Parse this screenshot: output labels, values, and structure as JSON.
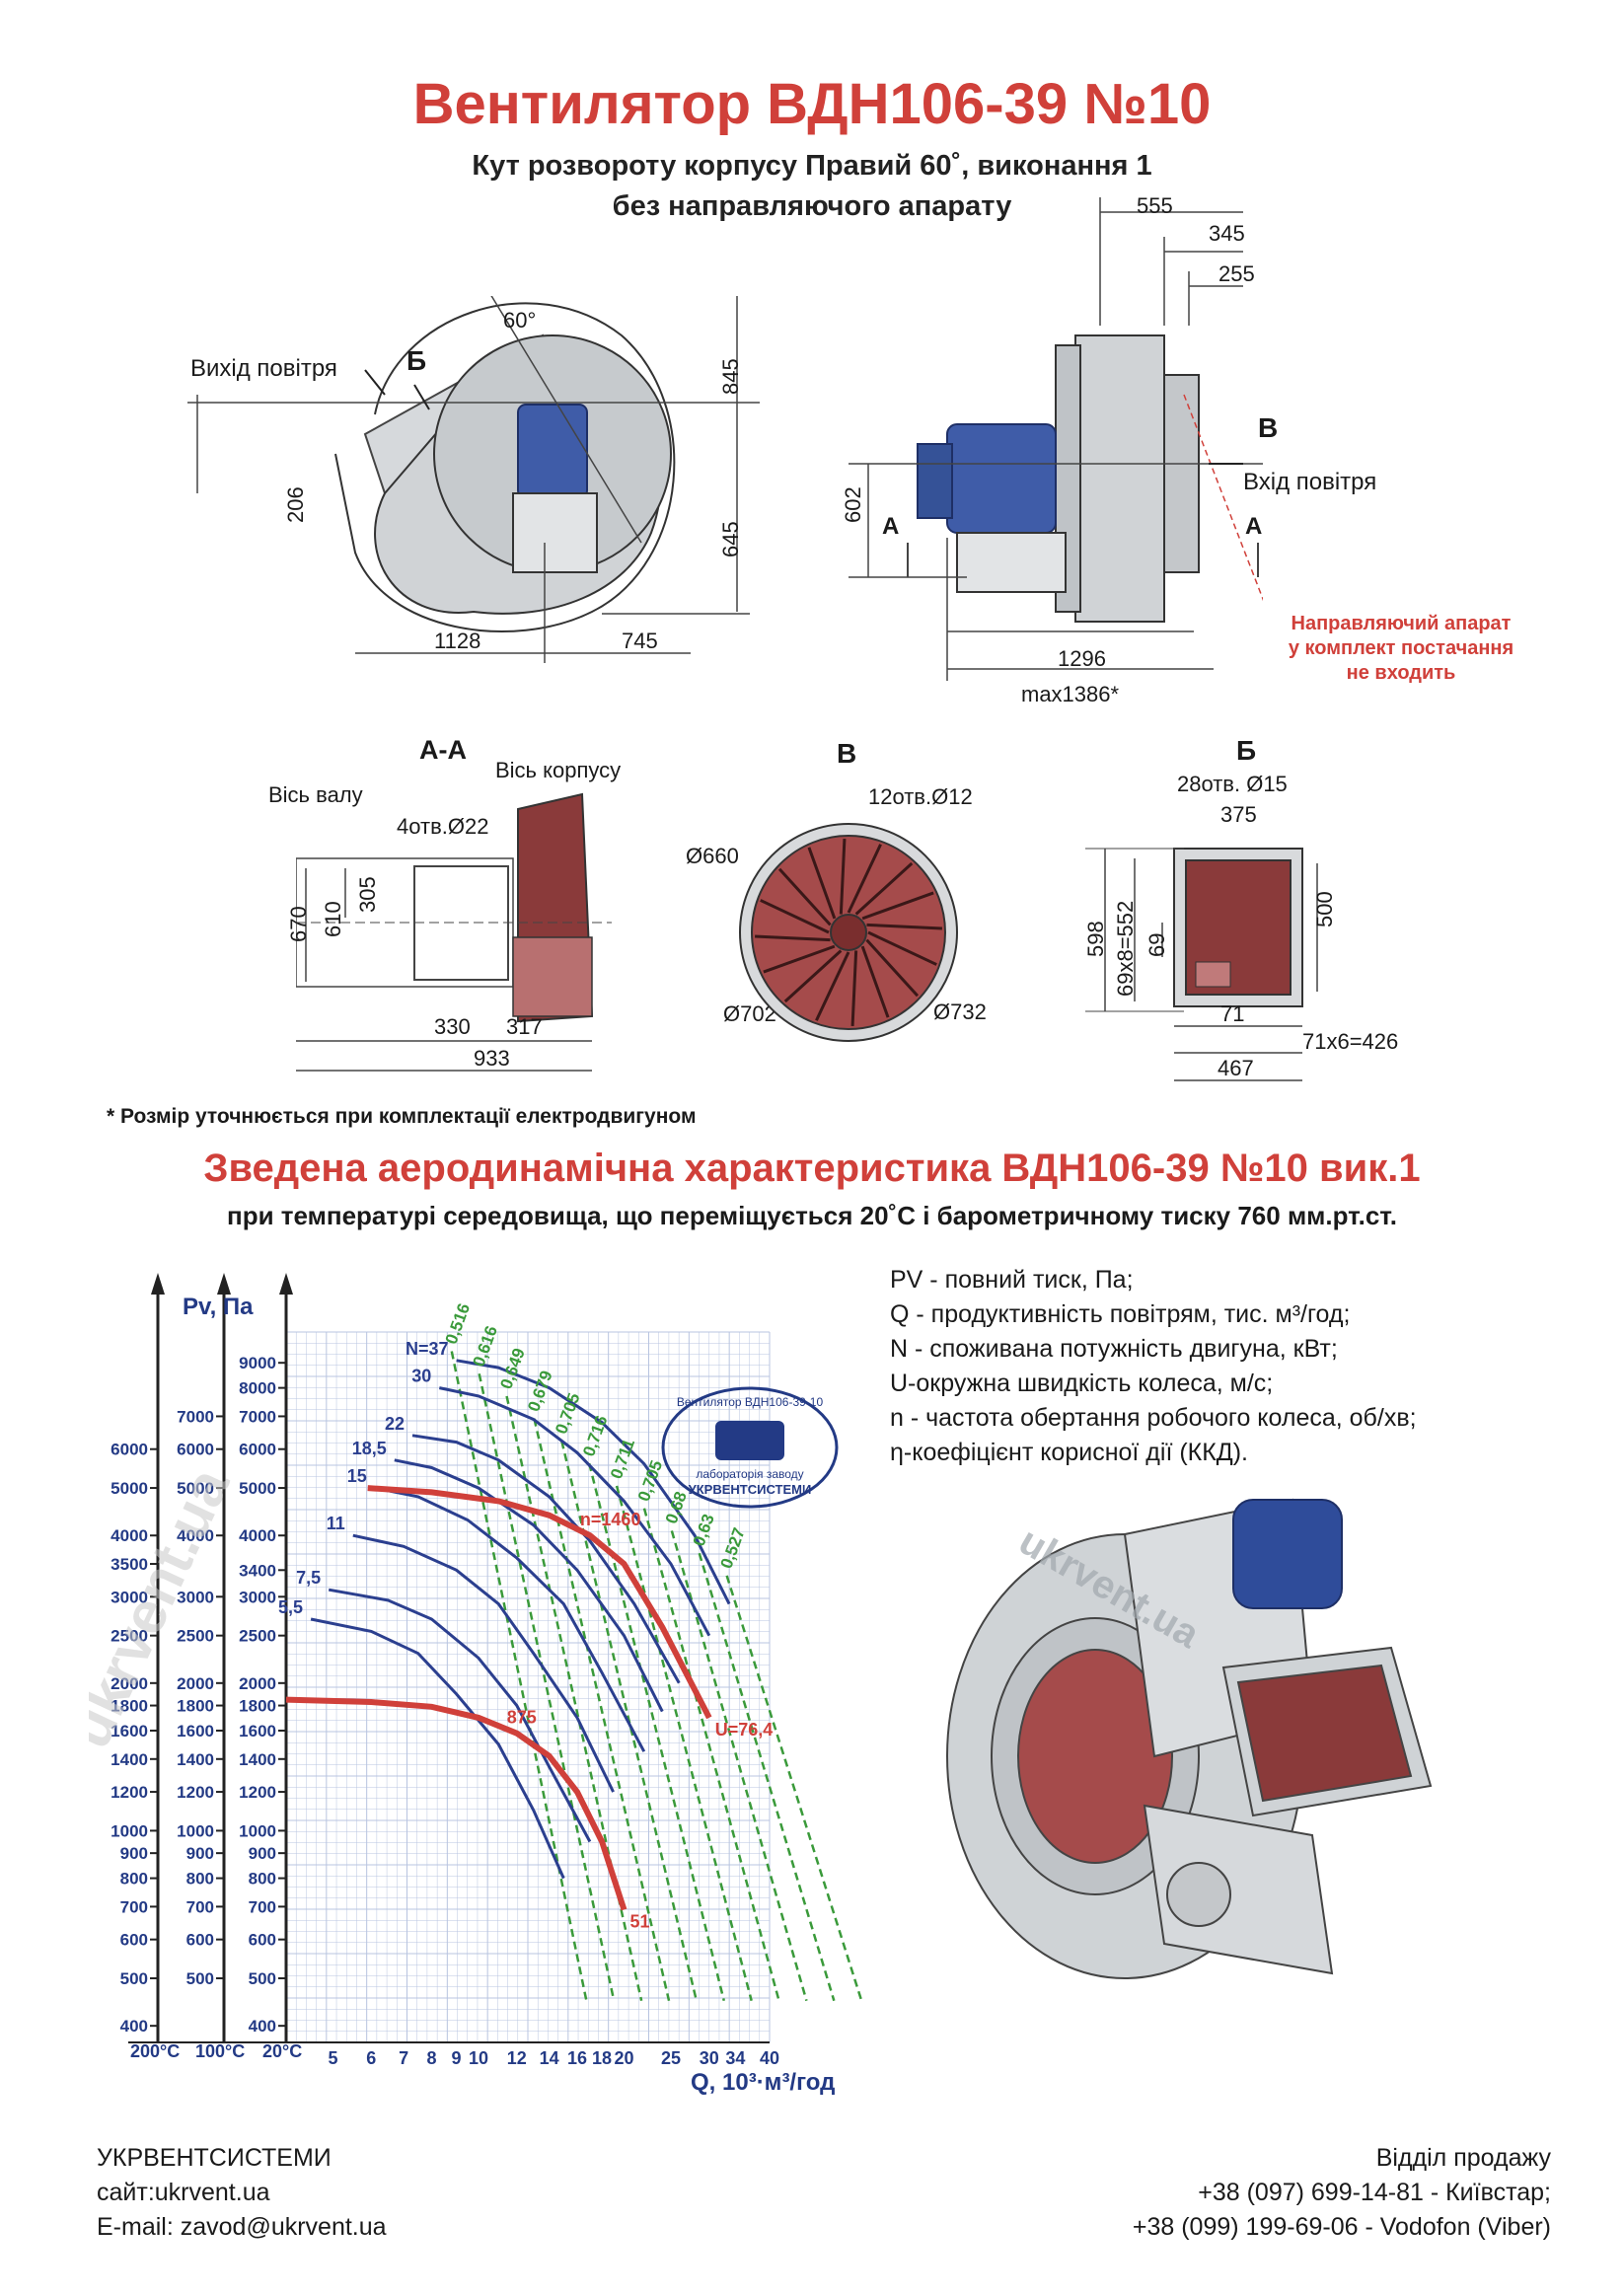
{
  "header": {
    "title": "Вентилятор  ВДН106-39 №10",
    "subtitle1": "Кут розвороту корпусу Правий 60˚, виконання 1",
    "subtitle2": "без направляючого апарату"
  },
  "drawing": {
    "angle": "60°",
    "air_outlet": "Вихід повітря",
    "air_inlet": "Вхід повітря",
    "mark_b": "Б",
    "mark_v": "В",
    "mark_a": "А",
    "guide_note_1": "Направляючий апарат",
    "guide_note_2": "у комплект постачання",
    "guide_note_3": "не входить",
    "front_dims": {
      "d845": "845",
      "d645": "645",
      "d206": "206",
      "d1128": "1128",
      "d745": "745"
    },
    "side_dims": {
      "d555": "555",
      "d345": "345",
      "d255": "255",
      "d602": "602",
      "d1296": "1296",
      "dmax": "max1386*"
    },
    "aa": {
      "title": "А-А",
      "shaft_axis": "Вісь валу",
      "body_axis": "Вісь корпусу",
      "holes": "4отв.Ø22",
      "d670": "670",
      "d610": "610",
      "d305": "305",
      "d330": "330",
      "d317": "317",
      "d933": "933"
    },
    "v": {
      "title": "В",
      "holes": "12отв.Ø12",
      "d660": "Ø660",
      "d702": "Ø702",
      "d732": "Ø732"
    },
    "b": {
      "title": "Б",
      "holes": "28отв. Ø15",
      "d375": "375",
      "d598": "598",
      "d552": "69х8=552",
      "d69": "69",
      "d500": "500",
      "d71": "71",
      "d426": "71х6=426",
      "d467": "467"
    },
    "watermark": "ukrvent.ua"
  },
  "note": "* Розмір уточнюється при комплектації електродвигуном",
  "chart_section": {
    "title": "Зведена аеродинамічна характеристика ВДН106-39 №10 вик.1",
    "subtitle": "при температурі середовища, що переміщується 20˚С і барометричному тиску 760 мм.рт.ст."
  },
  "legend": [
    "PV - повний тиск, Па;",
    "Q - продуктивність повітрям, тис. м³/год;",
    "N - споживана потужність двигуна, кВт;",
    "U-окружна швидкість колеса, м/с;",
    "n - частота обертання робочого колеса, об/хв;",
    "η-коефіцієнт корисної дії (ККД)."
  ],
  "stamp": {
    "top": "Вентилятор ВДН106-39-10",
    "middle": "лабораторія заводу",
    "bottom": "УКРВЕНТСИСТЕМИ"
  },
  "chart_data": {
    "type": "line",
    "xlabel": "Q, 10³·м³/год",
    "ylabel": "Pv, Па",
    "x_ticks": [
      5,
      6,
      7,
      8,
      9,
      10,
      12,
      14,
      16,
      18,
      20,
      25,
      30,
      34,
      40
    ],
    "x_log_range": [
      4,
      40
    ],
    "y_log_range": [
      370,
      10400
    ],
    "axis_20c": [
      400,
      500,
      600,
      700,
      800,
      900,
      1000,
      1200,
      1400,
      1600,
      1800,
      2000,
      2500,
      3000,
      3400,
      4000,
      5000,
      6000,
      7000,
      8000,
      9000
    ],
    "axis_100c": [
      500,
      600,
      700,
      800,
      900,
      1000,
      1200,
      1400,
      1600,
      1800,
      2000,
      2500,
      3000,
      4000,
      5000,
      6000,
      7000
    ],
    "axis_200c": [
      400,
      500,
      600,
      700,
      800,
      900,
      1000,
      1200,
      1400,
      1600,
      1800,
      2000,
      2500,
      3000,
      3500,
      4000,
      5000,
      6000
    ],
    "temperature_labels": [
      "200°С",
      "100°С",
      "20°С"
    ],
    "power_curves": [
      {
        "N": "N=37",
        "x": [
          9,
          11,
          14,
          18,
          22,
          28,
          33
        ],
        "y": [
          9100,
          8800,
          8000,
          6800,
          5600,
          4000,
          2900
        ]
      },
      {
        "N": "30",
        "x": [
          8.3,
          10,
          13,
          16,
          20,
          25,
          30
        ],
        "y": [
          8000,
          7700,
          6900,
          5900,
          4700,
          3500,
          2500
        ]
      },
      {
        "N": "22",
        "x": [
          7.3,
          9,
          11,
          14,
          17,
          21,
          26
        ],
        "y": [
          6400,
          6200,
          5700,
          4800,
          3900,
          2900,
          2000
        ]
      },
      {
        "N": "18,5",
        "x": [
          6.7,
          8,
          10,
          13,
          16,
          20,
          24
        ],
        "y": [
          5700,
          5500,
          5000,
          4200,
          3400,
          2500,
          1750
        ]
      },
      {
        "N": "15",
        "x": [
          6.1,
          7.5,
          9.5,
          12,
          15,
          18,
          22
        ],
        "y": [
          5000,
          4800,
          4300,
          3600,
          2900,
          2100,
          1450
        ]
      },
      {
        "N": "11",
        "x": [
          5.5,
          7,
          9,
          11,
          13,
          16,
          19
        ],
        "y": [
          4000,
          3800,
          3400,
          2900,
          2300,
          1700,
          1200
        ]
      },
      {
        "N": "7,5",
        "x": [
          4.9,
          6.5,
          8,
          10,
          12,
          14,
          17
        ],
        "y": [
          3100,
          2950,
          2700,
          2250,
          1800,
          1350,
          950
        ]
      },
      {
        "N": "5,5",
        "x": [
          4.5,
          6,
          7.5,
          9,
          11,
          13,
          15
        ],
        "y": [
          2700,
          2550,
          2300,
          1900,
          1500,
          1100,
          800
        ]
      }
    ],
    "efficiency_lines": [
      "0,516",
      "0,616",
      "0,649",
      "0,679",
      "0,705",
      "0,716",
      "0,711",
      "0,705",
      "0,68",
      "0,63",
      "0,527"
    ],
    "speed_curves": [
      {
        "n": "n=1460",
        "U": "U=76,4",
        "x": [
          5.9,
          8,
          11,
          14,
          17,
          20,
          24,
          30
        ],
        "y": [
          5000,
          4900,
          4700,
          4400,
          4000,
          3500,
          2600,
          1700
        ]
      },
      {
        "n": "875",
        "U": "51",
        "x": [
          4,
          6,
          8,
          10,
          12,
          14,
          16,
          18,
          20
        ],
        "y": [
          1850,
          1830,
          1790,
          1700,
          1580,
          1420,
          1200,
          950,
          690
        ]
      }
    ]
  },
  "footer": {
    "company": "УКРВЕНТСИСТЕМИ",
    "site": "сайт:ukrvent.ua",
    "email": "E-mail: zavod@ukrvent.ua",
    "sales": "Відділ продажу",
    "phone1": "+38 (097) 699-14-81 - Київстар;",
    "phone2": "+38 (099) 199-69-06 - Vodofon (Viber)"
  },
  "colors": {
    "accent": "#d0403a",
    "axis": "#233a85",
    "curve": "#2b3f8f",
    "efficiency": "#3a9a3a",
    "metal": "#c8ccd0",
    "inner": "#9c5050"
  }
}
